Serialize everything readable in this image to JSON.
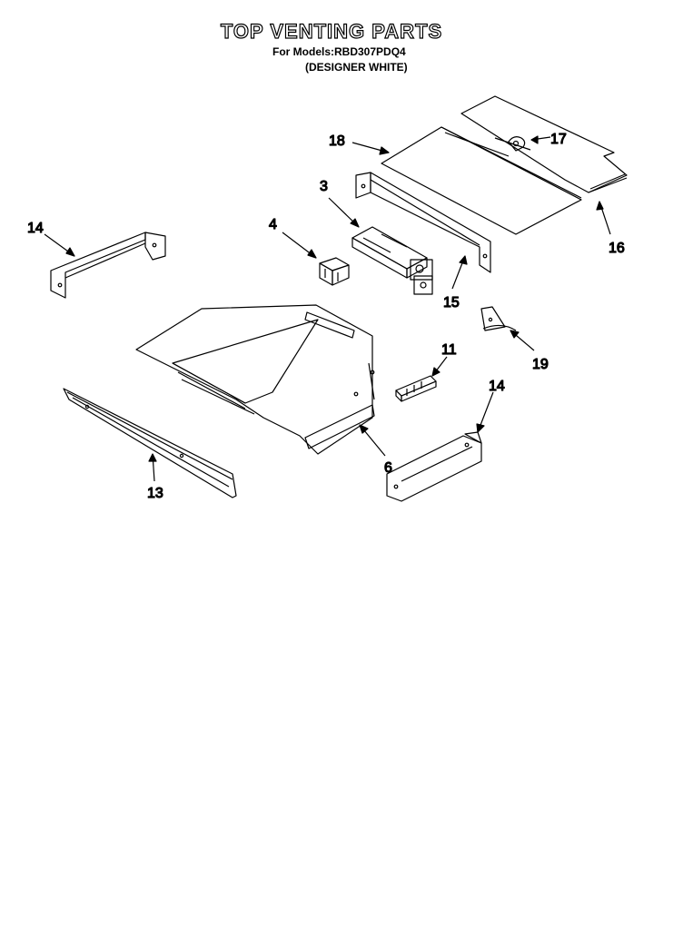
{
  "header": {
    "title": "TOP VENTING PARTS",
    "model_line": "For Models:RBD307PDQ4",
    "variant_line": "(DESIGNER WHITE)"
  },
  "callouts": [
    {
      "id": "c18",
      "text": "18"
    },
    {
      "id": "c17",
      "text": "17"
    },
    {
      "id": "c3",
      "text": "3"
    },
    {
      "id": "c16",
      "text": "16"
    },
    {
      "id": "c14a",
      "text": "14"
    },
    {
      "id": "c4",
      "text": "4"
    },
    {
      "id": "c15",
      "text": "15"
    },
    {
      "id": "c19",
      "text": "19"
    },
    {
      "id": "c11",
      "text": "11"
    },
    {
      "id": "c14b",
      "text": "14"
    },
    {
      "id": "c6",
      "text": "6"
    },
    {
      "id": "c13",
      "text": "13"
    }
  ]
}
